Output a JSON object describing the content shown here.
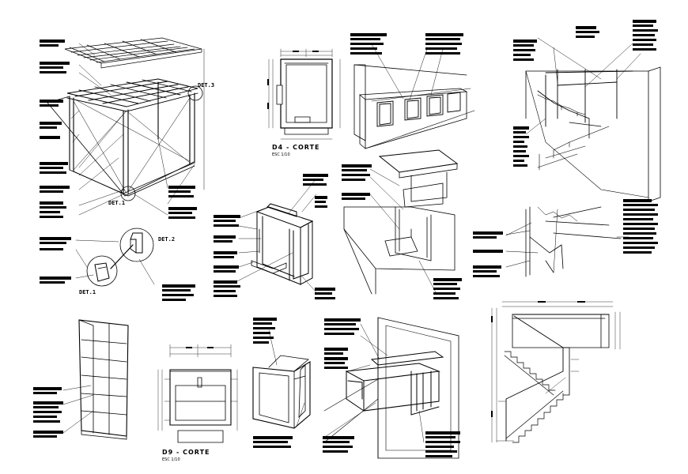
{
  "detail_labels": {
    "det3": "DET.3",
    "det1_top": "DET.1",
    "det2": "DET.2",
    "det1_bottom": "DET.1"
  },
  "section_titles": {
    "d4": {
      "title": "D4 - CORTE",
      "scale": "ESC 1/10"
    },
    "d9": {
      "title": "D9 - CORTE",
      "scale": "ESC 1/10"
    }
  },
  "colors": {
    "ink": "#000000",
    "paper": "#ffffff"
  }
}
